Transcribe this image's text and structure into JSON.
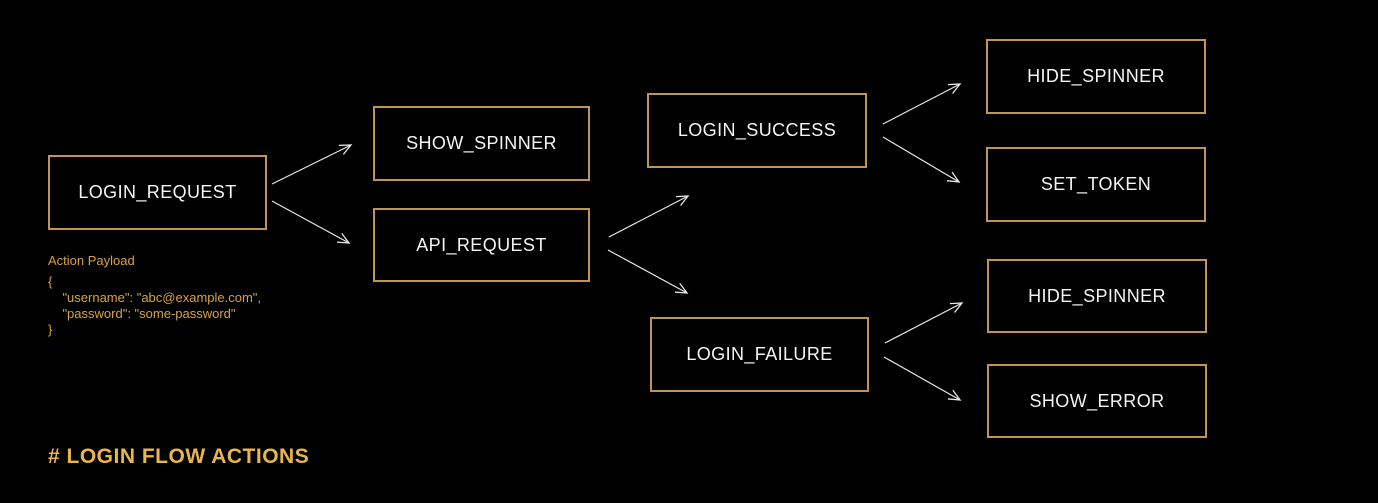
{
  "diagram": {
    "title": "# LOGIN FLOW ACTIONS",
    "nodes": [
      {
        "id": "login-request",
        "label": "LOGIN_REQUEST"
      },
      {
        "id": "show-spinner",
        "label": "SHOW_SPINNER"
      },
      {
        "id": "api-request",
        "label": "API_REQUEST"
      },
      {
        "id": "login-success",
        "label": "LOGIN_SUCCESS"
      },
      {
        "id": "hide-spinner-success",
        "label": "HIDE_SPINNER"
      },
      {
        "id": "set-token",
        "label": "SET_TOKEN"
      },
      {
        "id": "login-failure",
        "label": "LOGIN_FAILURE"
      },
      {
        "id": "hide-spinner-failure",
        "label": "HIDE_SPINNER"
      },
      {
        "id": "show-error",
        "label": "SHOW_ERROR"
      }
    ],
    "edges": [
      {
        "from": "LOGIN_REQUEST",
        "to": "SHOW_SPINNER"
      },
      {
        "from": "LOGIN_REQUEST",
        "to": "API_REQUEST"
      },
      {
        "from": "API_REQUEST",
        "to": "LOGIN_SUCCESS"
      },
      {
        "from": "API_REQUEST",
        "to": "LOGIN_FAILURE"
      },
      {
        "from": "LOGIN_SUCCESS",
        "to": "HIDE_SPINNER"
      },
      {
        "from": "LOGIN_SUCCESS",
        "to": "SET_TOKEN"
      },
      {
        "from": "LOGIN_FAILURE",
        "to": "HIDE_SPINNER"
      },
      {
        "from": "LOGIN_FAILURE",
        "to": "SHOW_ERROR"
      }
    ],
    "payload_note": {
      "heading": "Action Payload",
      "lines": [
        "{",
        "    \"username\": \"abc@example.com\",",
        "    \"password\": \"some-password\"",
        "}"
      ]
    }
  },
  "colors": {
    "background": "#000000",
    "node_border": "#c09550",
    "node_text": "#f5f5f5",
    "payload_text": "#d7a33f",
    "title_text": "#eab54d",
    "arrow": "#e8e8e8"
  }
}
